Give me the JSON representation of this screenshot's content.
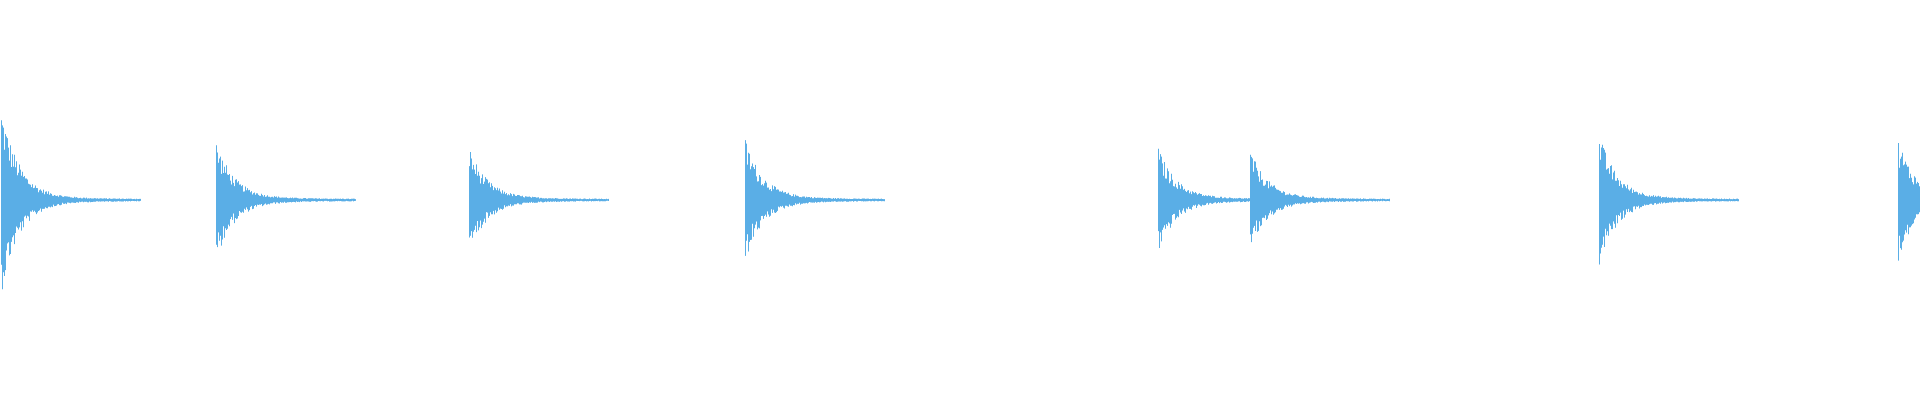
{
  "waveform": {
    "color": "#5aaee6",
    "background": "#ffffff",
    "hits": [
      {
        "t": 0.0,
        "peak": 0.96
      },
      {
        "t": 0.112,
        "peak": 0.6
      },
      {
        "t": 0.244,
        "peak": 0.53
      },
      {
        "t": 0.388,
        "peak": 0.62
      },
      {
        "t": 0.603,
        "peak": 0.53
      },
      {
        "t": 0.651,
        "peak": 0.5
      },
      {
        "t": 0.833,
        "peak": 0.67
      },
      {
        "t": 0.989,
        "peak": 0.62
      }
    ]
  }
}
